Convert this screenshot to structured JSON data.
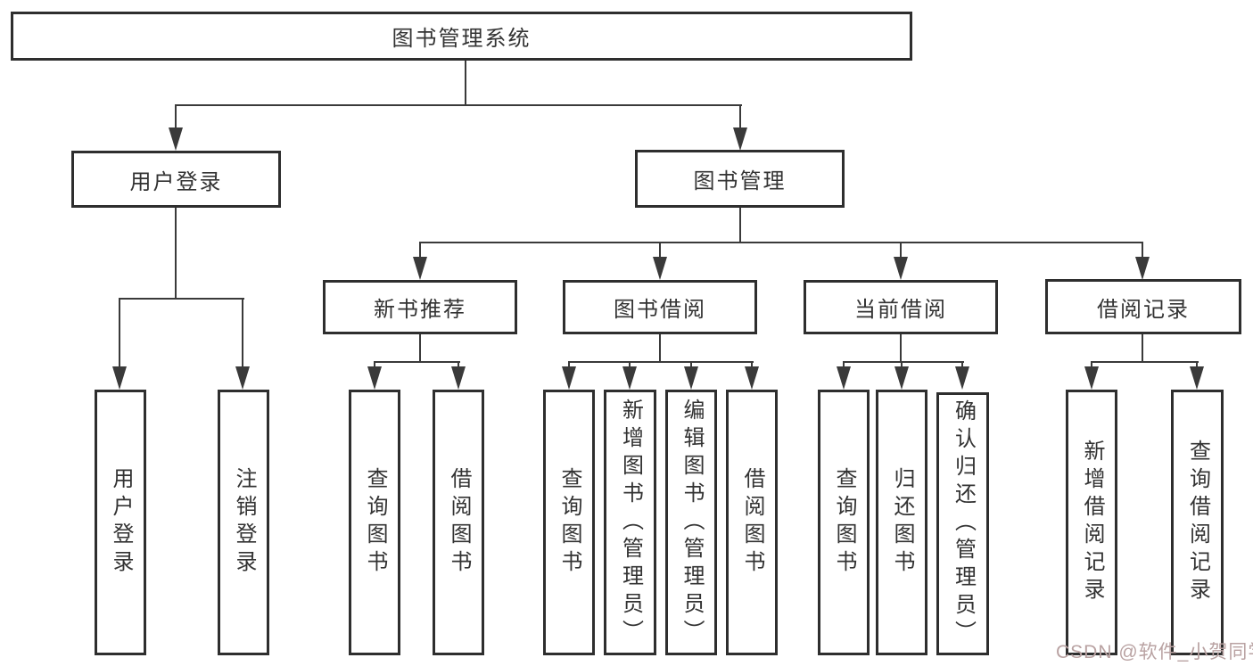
{
  "tree": {
    "label": "图书管理系统",
    "children": [
      {
        "label": "用户登录",
        "children": [
          {
            "label": "用户登录"
          },
          {
            "label": "注销登录"
          }
        ]
      },
      {
        "label": "图书管理",
        "children": [
          {
            "label": "新书推荐",
            "children": [
              {
                "label": "查询图书"
              },
              {
                "label": "借阅图书"
              }
            ]
          },
          {
            "label": "图书借阅",
            "children": [
              {
                "label": "查询图书"
              },
              {
                "label": "新增图书（管理员）"
              },
              {
                "label": "编辑图书（管理员）"
              },
              {
                "label": "借阅图书"
              }
            ]
          },
          {
            "label": "当前借阅",
            "children": [
              {
                "label": "查询图书"
              },
              {
                "label": "归还图书"
              },
              {
                "label": "确认归还（管理员）"
              }
            ]
          },
          {
            "label": "借阅记录",
            "children": [
              {
                "label": "新增借阅记录"
              },
              {
                "label": "查询借阅记录"
              }
            ]
          }
        ]
      }
    ]
  },
  "watermark": {
    "text": "CSDN @软件_小贺同学"
  },
  "colors": {
    "background": "#ffffff",
    "box_border": "#2e2e2e",
    "line": "#3a3a3a",
    "text": "#333333",
    "watermark": "#b9a2a2"
  }
}
